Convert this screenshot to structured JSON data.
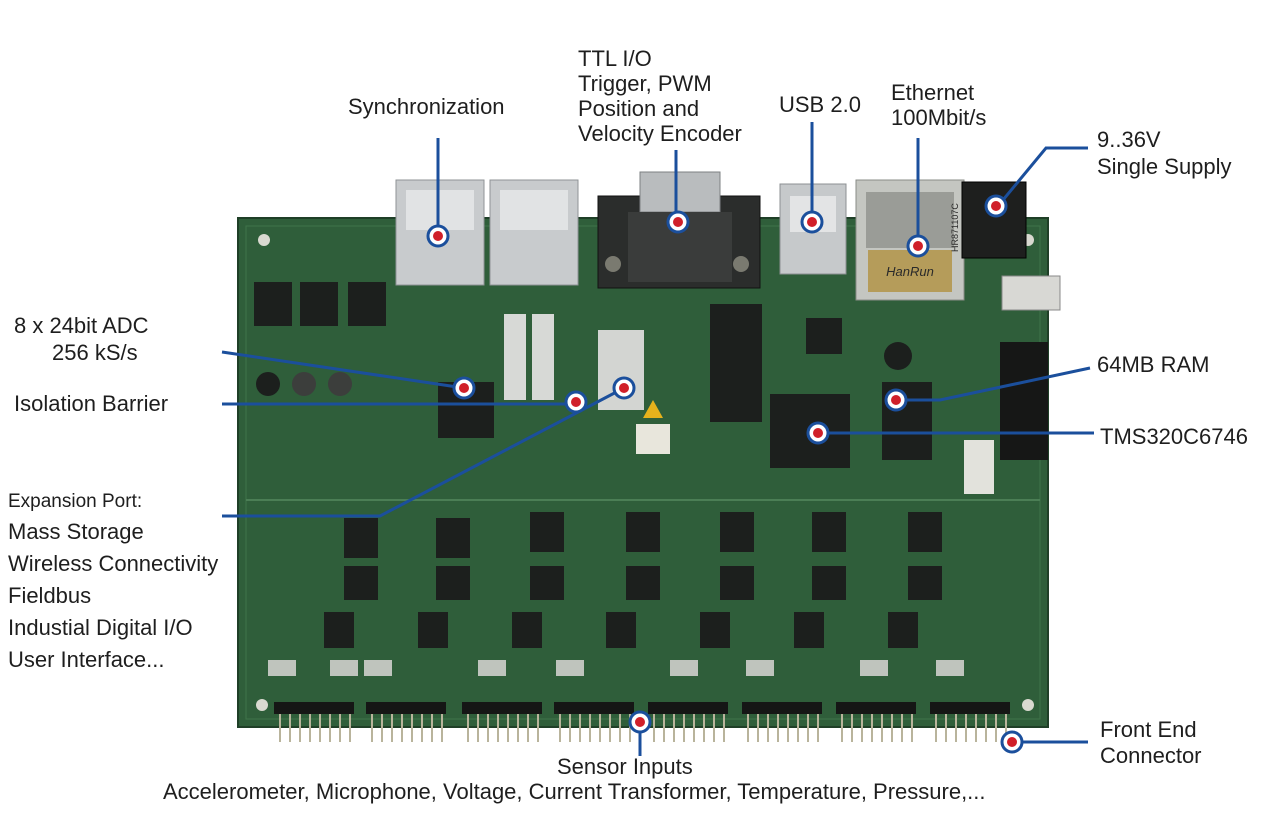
{
  "labels": {
    "synchronization": "Synchronization",
    "ttl_io": [
      "TTL I/O",
      "Trigger, PWM",
      "Position and",
      "Velocity Encoder"
    ],
    "usb": "USB 2.0",
    "ethernet": [
      "Ethernet",
      "100Mbit/s"
    ],
    "power": [
      "9..36V",
      "Single Supply"
    ],
    "adc": [
      "8 x 24bit ADC",
      "256 kS/s"
    ],
    "isolation": "Isolation Barrier",
    "expansion_title": "Expansion Port:",
    "expansion_items": [
      "Mass Storage",
      "Wireless Connectivity",
      "Fieldbus",
      "Industial Digital I/O",
      "User Interface..."
    ],
    "ram": "64MB RAM",
    "dsp": "TMS320C6746",
    "front_end": [
      "Front End",
      "Connector"
    ],
    "sensor_title": "Sensor Inputs",
    "sensor_list": "Accelerometer, Microphone, Voltage, Current Transformer, Temperature, Pressure,..."
  },
  "chip_markings": {
    "ethernet_jack_brand": "HanRun",
    "ethernet_jack_part": "HR871107C"
  },
  "colors": {
    "pcb": "#2f5e3a",
    "pcb_dark": "#234a2d",
    "callout_line": "#1b4f9c",
    "marker_red": "#d0202a",
    "metal": "#c9cccf",
    "chip": "#1c1f1d"
  }
}
